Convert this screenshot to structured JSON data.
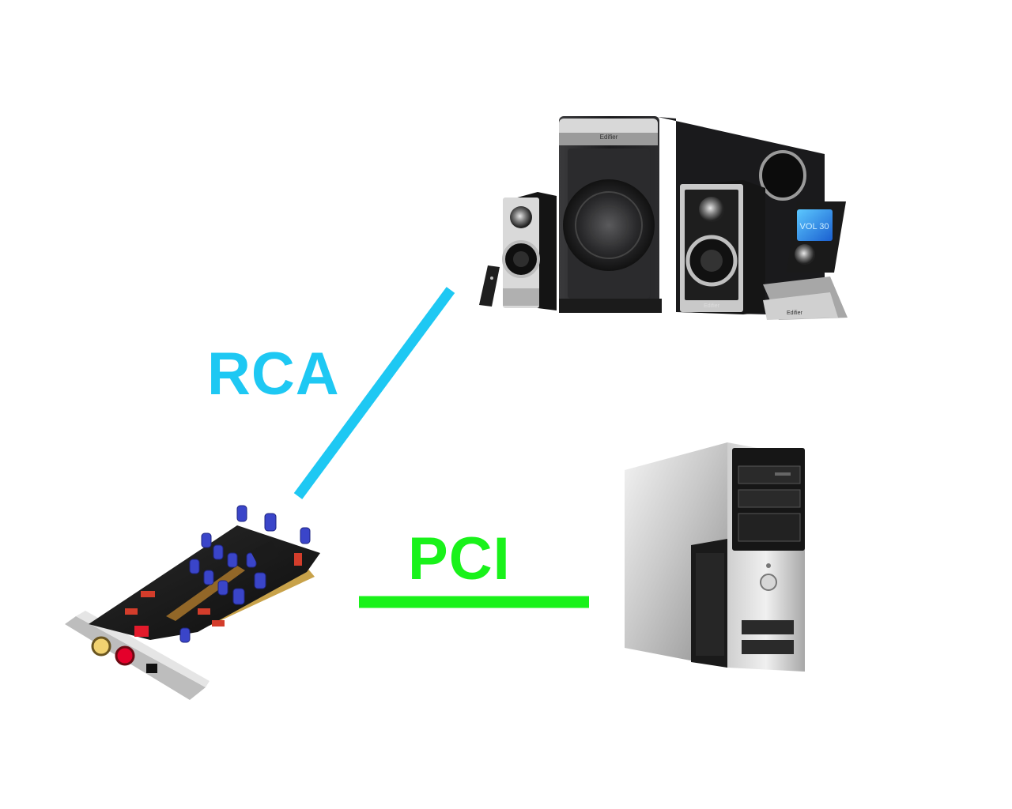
{
  "connections": {
    "rca": {
      "label": "RCA",
      "color": "#1ec8f3"
    },
    "pci": {
      "label": "PCI",
      "color": "#19f21a"
    }
  },
  "devices": {
    "speakers": {
      "brand": "Edifier",
      "display_text": "VOL 30",
      "icon": "speaker-system"
    },
    "sound_card": {
      "icon": "pci-sound-card"
    },
    "computer": {
      "icon": "desktop-tower"
    }
  }
}
